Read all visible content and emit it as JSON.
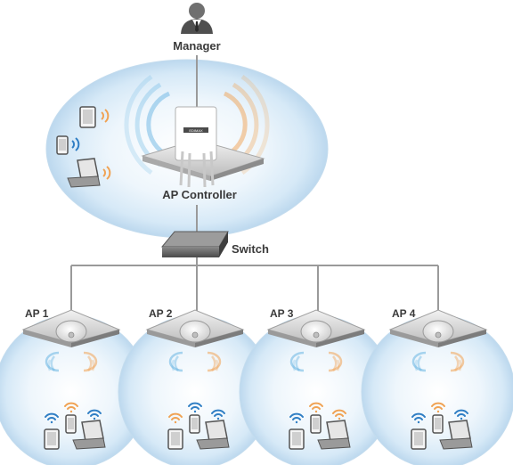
{
  "manager": {
    "label": "Manager"
  },
  "controller": {
    "label": "AP Controller",
    "brand_text": "EDIMAX"
  },
  "switch": {
    "label": "Switch"
  },
  "access_points": [
    {
      "label": "AP 1"
    },
    {
      "label": "AP 2"
    },
    {
      "label": "AP 3"
    },
    {
      "label": "AP 4"
    }
  ],
  "colors": {
    "bubble_fill": "#d3e7f5",
    "bubble_edge": "#b7d3ea",
    "wave_blue": "#5aaee0",
    "wave_orange": "#f0a253",
    "cable": "#9a9a9a",
    "device_dark": "#555555"
  },
  "icons": [
    "person-icon",
    "tablet-icon",
    "phone-icon",
    "laptop-icon",
    "wifi-icon",
    "network-switch-icon",
    "ceiling-access-point-icon"
  ]
}
